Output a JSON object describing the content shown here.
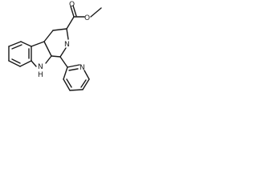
{
  "structure": {
    "atoms": {
      "ester_carbonyl_o": "O",
      "ester_ether_o": "O",
      "piperidine_n": "N",
      "indole_n": "N",
      "indole_h": "H",
      "pyridine_n": "N"
    }
  }
}
